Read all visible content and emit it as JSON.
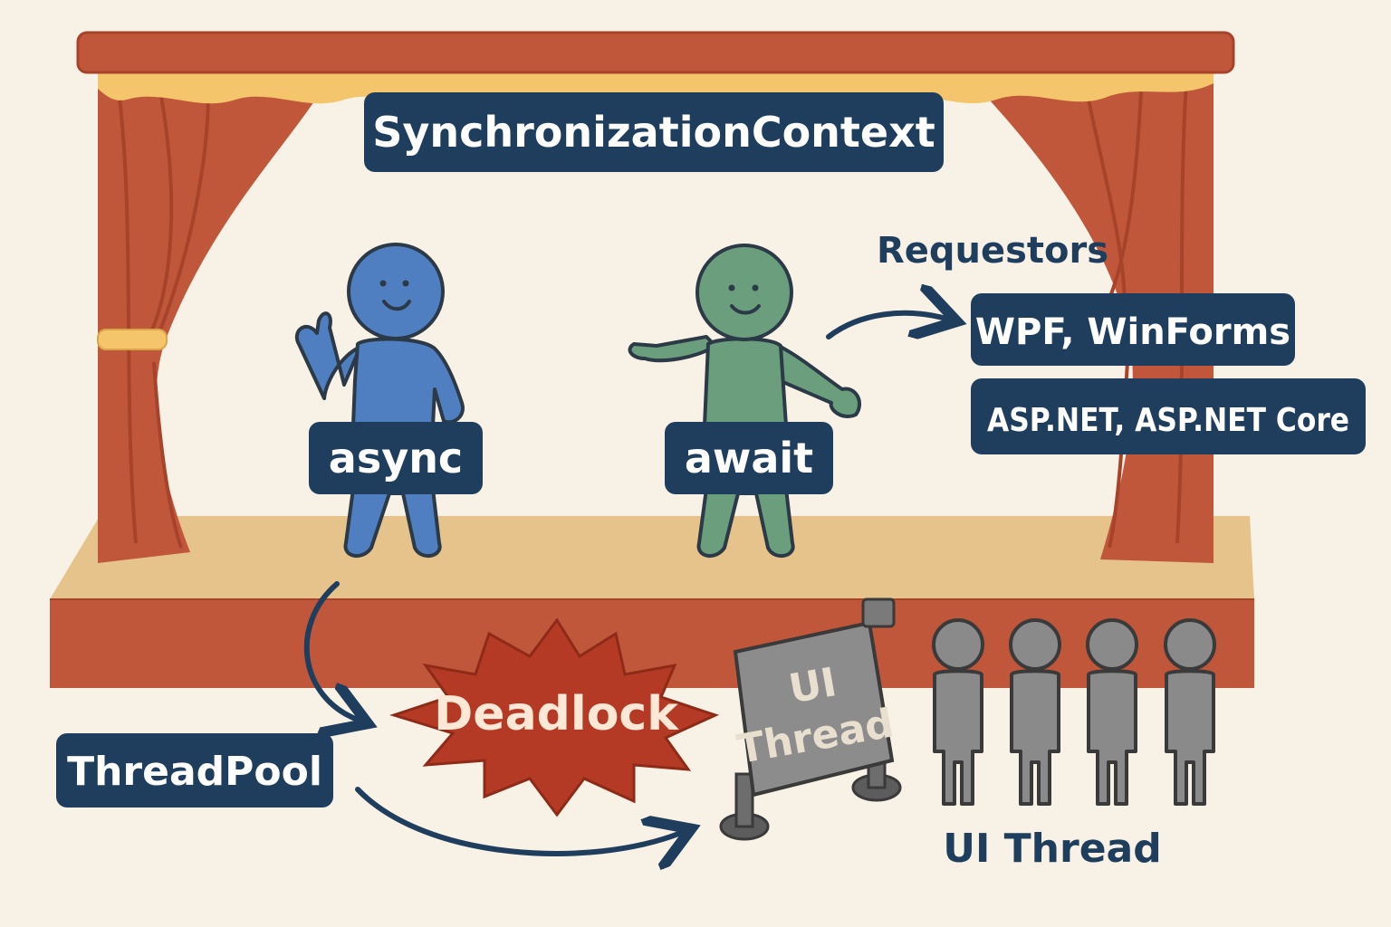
{
  "title": "SynchronizationContext",
  "actors": {
    "async": "async",
    "await": "await"
  },
  "requestors": {
    "heading": "Requestors",
    "items": [
      "WPF, WinForms",
      "ASP.NET, ASP.NET Core"
    ]
  },
  "threadpool": "ThreadPool",
  "deadlock": "Deadlock",
  "sign": {
    "line1": "UI",
    "line2": "Thread"
  },
  "queue_label": "UI Thread",
  "colors": {
    "background": "#f8f1e5",
    "curtain": "#c0573a",
    "curtain_dark": "#a8432b",
    "valance_trim": "#f4c56a",
    "stage_floor": "#e6c38a",
    "stage_front": "#c0573a",
    "label_box": "#1f3e5e",
    "label_text": "#ffffff",
    "async_figure": "#4f7fc0",
    "await_figure": "#6a9e7c",
    "deadlock": "#b53a25",
    "sign_gray": "#8c8c8c",
    "queue_gray": "#8a8a8a",
    "arrow": "#1f3e5e",
    "outline": "#2b3a46"
  }
}
